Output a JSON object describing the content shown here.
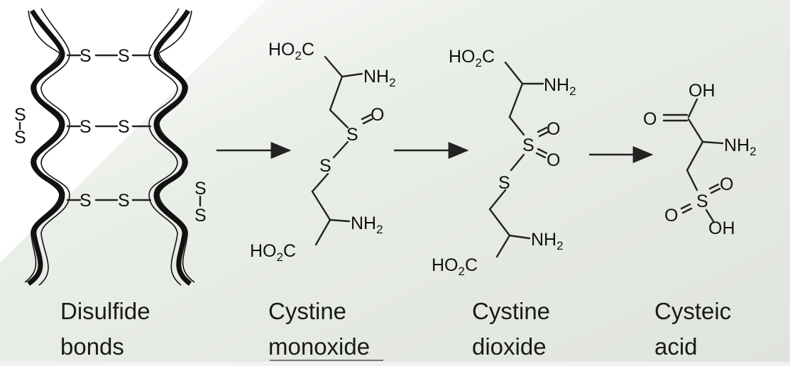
{
  "colors": {
    "background_gradient": "#e7ebe4",
    "ink": "#111111",
    "bottom_strip": "#f2f2f2"
  },
  "molecules": {
    "disulfide": {
      "caption_line1": "Disulfide",
      "caption_line2": "bonds",
      "s": "S"
    },
    "monoxide": {
      "caption_line1": "Cystine",
      "caption_line2": "monoxide",
      "ho2c": "HO",
      "ho2c_sub": "2",
      "ho2c_c": "C",
      "nh2": "NH",
      "nh2_sub": "2",
      "s": "S",
      "o": "O"
    },
    "dioxide": {
      "caption_line1": "Cystine",
      "caption_line2": "dioxide",
      "ho2c": "HO",
      "ho2c_sub": "2",
      "ho2c_c": "C",
      "nh2": "NH",
      "nh2_sub": "2",
      "s": "S",
      "o": "O"
    },
    "cysteic": {
      "caption_line1": "Cysteic",
      "caption_line2": "acid",
      "oh": "OH",
      "o": "O",
      "nh2": "NH",
      "nh2_sub": "2",
      "s": "S"
    }
  }
}
